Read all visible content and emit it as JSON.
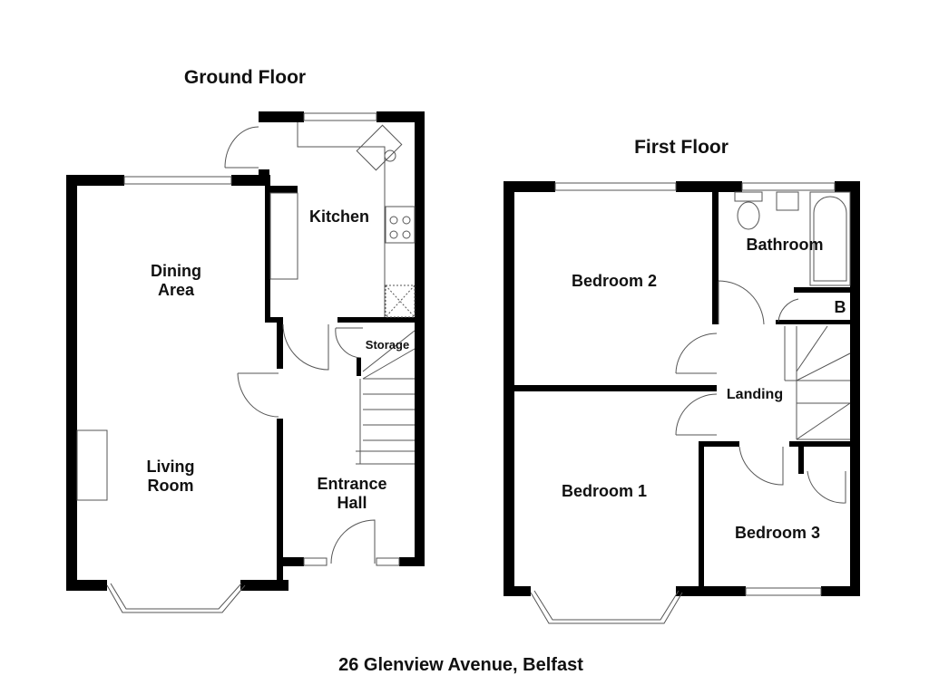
{
  "ground_floor": {
    "title": "Ground Floor",
    "rooms": {
      "kitchen": "Kitchen",
      "dining_line1": "Dining",
      "dining_line2": "Area",
      "living_line1": "Living",
      "living_line2": "Room",
      "hall_line1": "Entrance",
      "hall_line2": "Hall",
      "storage": "Storage"
    }
  },
  "first_floor": {
    "title": "First Floor",
    "rooms": {
      "bedroom2": "Bedroom 2",
      "bathroom": "Bathroom",
      "boiler": "B",
      "landing": "Landing",
      "bedroom1": "Bedroom 1",
      "bedroom3": "Bedroom 3"
    }
  },
  "address": "26 Glenview Avenue, Belfast"
}
